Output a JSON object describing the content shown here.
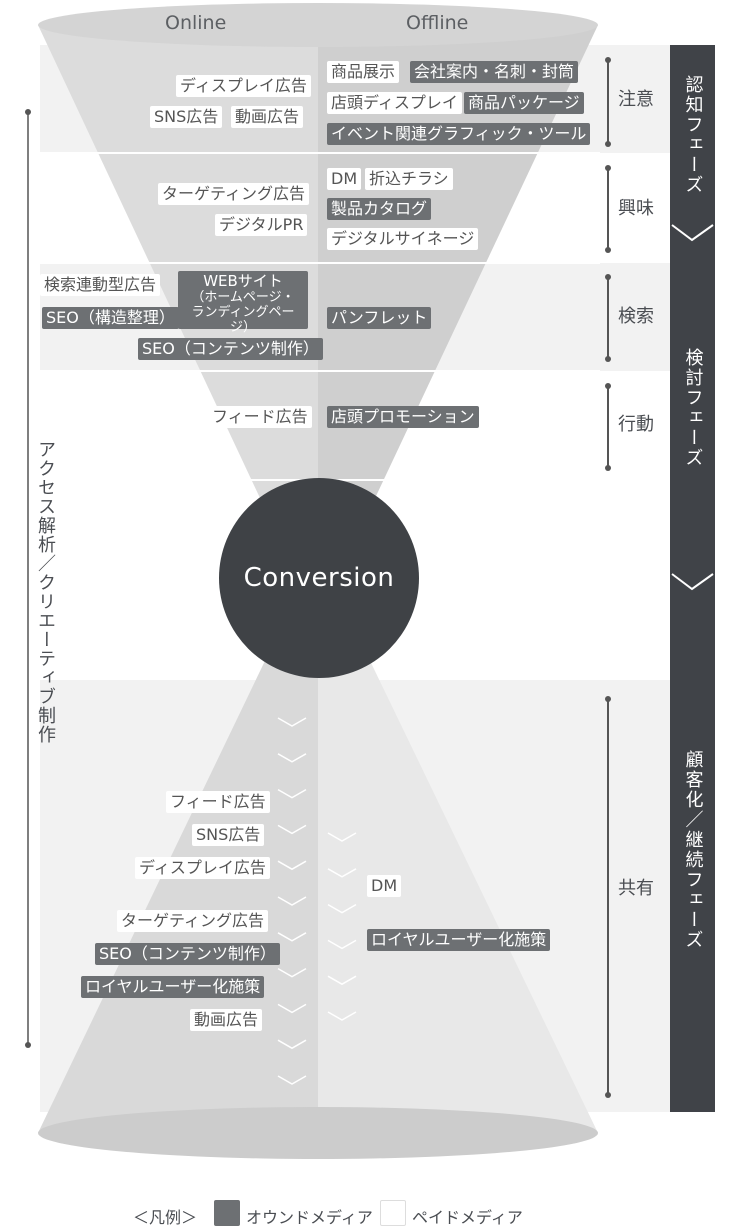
{
  "columns": {
    "online": "Online",
    "offline": "Offline"
  },
  "stages": {
    "attention": {
      "label": "注意",
      "online": [
        "ディスプレイ広告",
        "SNS広告",
        "動画広告"
      ],
      "offline": [
        "商品展示",
        "会社案内・名刺・封筒",
        "店頭ディスプレイ",
        "商品パッケージ",
        "イベント関連グラフィック・ツール"
      ]
    },
    "interest": {
      "label": "興味",
      "online": [
        "ターゲティング広告",
        "デジタルPR"
      ],
      "offline": [
        "DM",
        "折込チラシ",
        "製品カタログ",
        "デジタルサイネージ"
      ]
    },
    "search": {
      "label": "検索",
      "online": [
        "検索連動型広告",
        "SEO（構造整理）",
        "SEO（コンテンツ制作）"
      ],
      "web_site": {
        "title": "WEBサイト",
        "line1": "（ホームページ・",
        "line2": "ランディングページ）"
      },
      "offline": [
        "パンフレット"
      ]
    },
    "action": {
      "label": "行動",
      "online": [
        "フィード広告"
      ],
      "offline": [
        "店頭プロモーション"
      ]
    },
    "share": {
      "label": "共有",
      "online": [
        "フィード広告",
        "SNS広告",
        "ディスプレイ広告",
        "ターゲティング広告",
        "SEO（コンテンツ制作）",
        "ロイヤルユーザー化施策",
        "動画広告"
      ],
      "offline": [
        "DM",
        "ロイヤルユーザー化施策"
      ]
    }
  },
  "conversion": "Conversion",
  "phases": {
    "awareness": "認知フェーズ",
    "consideration": "検討フェーズ",
    "retention": "顧客化／継続フェーズ"
  },
  "side_label": "アクセス解析／クリエーティブ制作",
  "legend": {
    "title": "＜凡例＞",
    "owned": "オウンドメディア",
    "paid": "ペイドメディア"
  },
  "colors": {
    "dark": "#404348",
    "owned": "#6d7073",
    "funnel_light": "#dcdcdc",
    "funnel_dark": "#cfcfcf",
    "band": "#f2f2f2"
  },
  "icons": [
    "chevron-down-icon"
  ]
}
